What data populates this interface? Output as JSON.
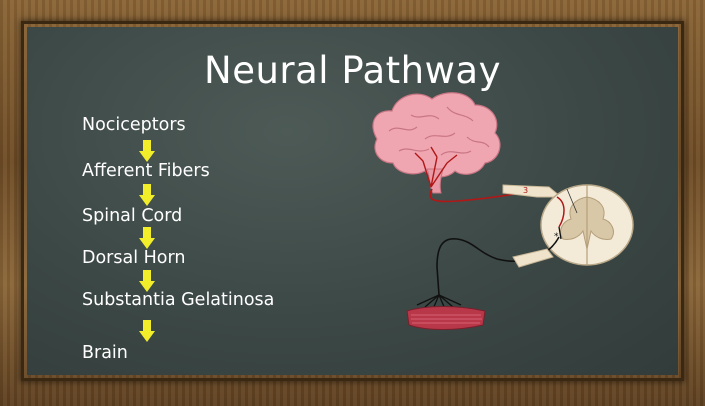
{
  "diagram": {
    "title": "Neural Pathway",
    "steps": [
      "Nociceptors",
      "Afferent Fibers",
      "Spinal Cord",
      "Dorsal Horn",
      "Substantia Gelatinosa",
      "Brain"
    ]
  },
  "illustration": {
    "parts": [
      "brain-icon",
      "spinal-cord-cross-section-icon",
      "muscle-icon",
      "nerve-fiber"
    ],
    "fiber_label": "3"
  },
  "colors": {
    "board": "#3c4846",
    "frame": "#7a5530",
    "arrow": "#f2ee2a",
    "text": "#ffffff",
    "brain": "#f0a6b0",
    "nerve_red": "#b01818"
  }
}
